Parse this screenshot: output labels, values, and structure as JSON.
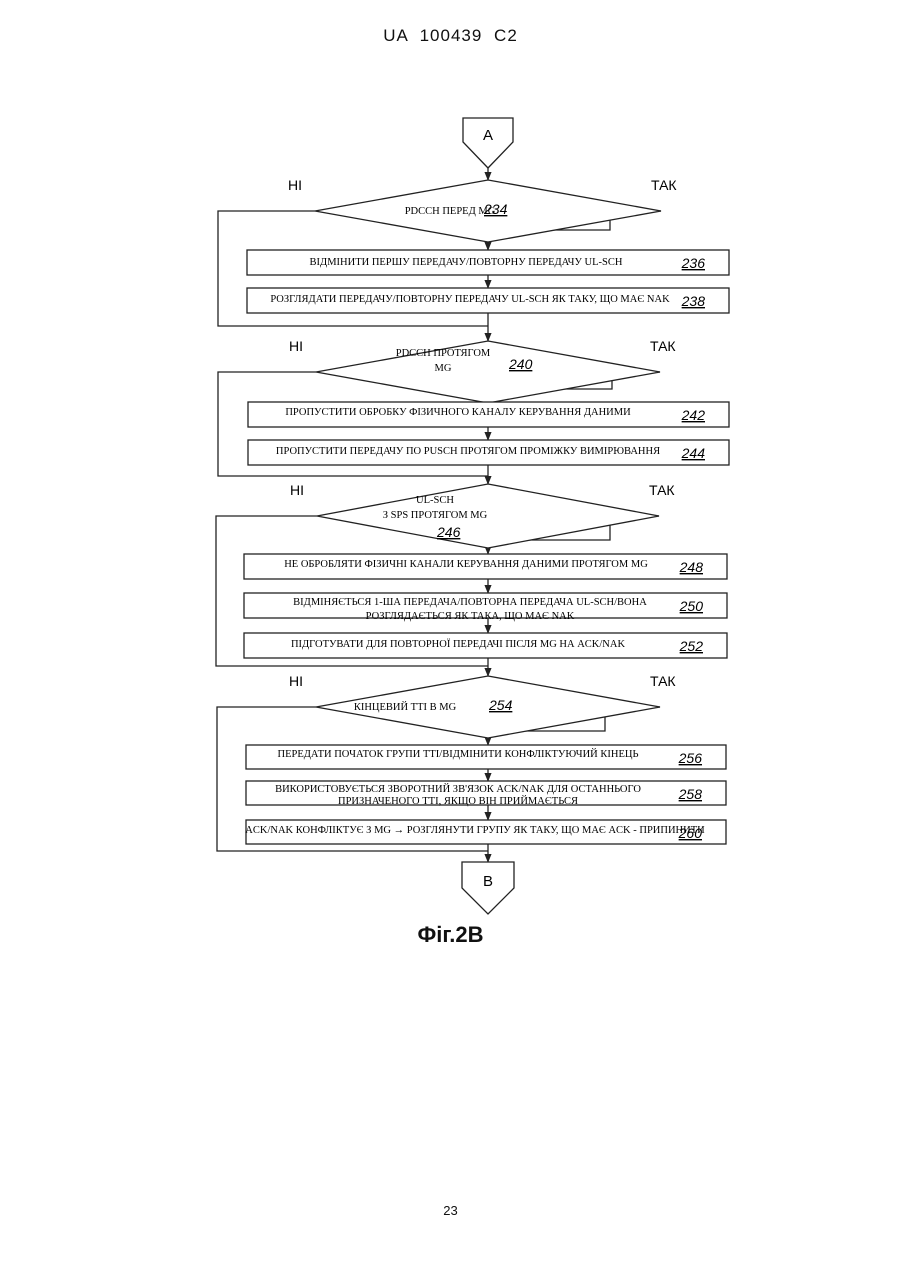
{
  "header": {
    "text": "UA   100439   C2"
  },
  "page_number": "23",
  "figure_caption": "Фіг.2В",
  "connectors": {
    "start": "A",
    "end": "B"
  },
  "branch_labels": {
    "no": "НІ",
    "yes": "ТАК"
  },
  "decisions": [
    {
      "id": "d234",
      "lines": [
        "PDCCH ПЕРЕД MG"
      ],
      "ref": "234"
    },
    {
      "id": "d240",
      "lines": [
        "PDCCH ПРОТЯГОМ",
        "MG"
      ],
      "ref": "240"
    },
    {
      "id": "d246",
      "lines": [
        "UL-SCH",
        "З SPS ПРОТЯГОМ MG"
      ],
      "ref": "246"
    },
    {
      "id": "d254",
      "lines": [
        "КІНЦЕВИЙ TTI В MG"
      ],
      "ref": "254"
    }
  ],
  "steps": [
    {
      "id": "s236",
      "lines": [
        "ВІДМІНИТИ ПЕРШУ ПЕРЕДАЧУ/ПОВТОРНУ ПЕРЕДАЧУ UL-SCH"
      ],
      "ref": "236"
    },
    {
      "id": "s238",
      "lines": [
        "РОЗГЛЯДАТИ ПЕРЕДАЧУ/ПОВТОРНУ ПЕРЕДАЧУ UL-SCH ЯК ТАКУ, ЩО МАЄ NAK"
      ],
      "ref": "238"
    },
    {
      "id": "s242",
      "lines": [
        "ПРОПУСТИТИ ОБРОБКУ ФІЗИЧНОГО КАНАЛУ КЕРУВАННЯ ДАНИМИ"
      ],
      "ref": "242"
    },
    {
      "id": "s244",
      "lines": [
        "ПРОПУСТИТИ ПЕРЕДАЧУ ПО PUSCH ПРОТЯГОМ ПРОМІЖКУ ВИМІРЮВАННЯ"
      ],
      "ref": "244"
    },
    {
      "id": "s248",
      "lines": [
        "НЕ ОБРОБЛЯТИ ФІЗИЧНІ КАНАЛИ КЕРУВАННЯ ДАНИМИ ПРОТЯГОМ MG"
      ],
      "ref": "248"
    },
    {
      "id": "s250",
      "lines": [
        "ВІДМІНЯЄТЬСЯ 1-ША ПЕРЕДАЧА/ПОВТОРНА ПЕРЕДАЧА UL-SCH/ВОНА",
        "РОЗГЛЯДАЄТЬСЯ ЯК ТАКА, ЩО МАЄ NAK"
      ],
      "ref": "250"
    },
    {
      "id": "s252",
      "lines": [
        "ПІДГОТУВАТИ ДЛЯ ПОВТОРНОЇ ПЕРЕДАЧІ ПІСЛЯ MG НА ACK/NAK"
      ],
      "ref": "252"
    },
    {
      "id": "s256",
      "lines": [
        "ПЕРЕДАТИ ПОЧАТОК ГРУПИ TTI/ВІДМІНИТИ КОНФЛІКТУЮЧИЙ КІНЕЦЬ"
      ],
      "ref": "256"
    },
    {
      "id": "s258",
      "lines": [
        "ВИКОРИСТОВУЄТЬСЯ ЗВОРОТНИЙ ЗВ'ЯЗОК ACK/NAK ДЛЯ ОСТАННЬОГО",
        "ПРИЗНАЧЕНОГО TTI, ЯКЩО ВІН ПРИЙМАЄТЬСЯ"
      ],
      "ref": "258"
    },
    {
      "id": "s260",
      "lines": [
        "ACK/NAK КОНФЛІКТУЄ З MG → РОЗГЛЯНУТИ ГРУПУ ЯК ТАКУ, ЩО МАЄ ACK - ПРИПИНИТИ"
      ],
      "ref": "260"
    }
  ]
}
